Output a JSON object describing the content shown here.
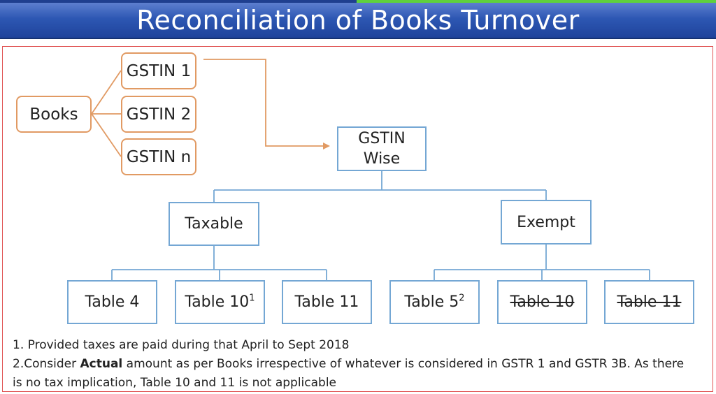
{
  "title": "Reconciliation of Books Turnover",
  "diagram": {
    "books": "Books",
    "gstins": [
      "GSTIN 1",
      "GSTIN 2",
      "GSTIN n"
    ],
    "gstin_wise": "GSTIN\nWise",
    "taxable": "Taxable",
    "exempt": "Exempt",
    "taxable_tables": {
      "table4": "Table 4",
      "table10_text": "Table 10",
      "table10_sup": "1",
      "table11": "Table 11"
    },
    "exempt_tables": {
      "table5_text": "Table 5",
      "table5_sup": "2",
      "table10": "Table 10",
      "table11": "Table 11"
    }
  },
  "footnotes": {
    "note1": "1. Provided taxes are paid during that April to Sept 2018",
    "note2_prefix": "2.Consider ",
    "note2_bold": "Actual",
    "note2_line1_rest": " amount as per Books irrespective of whatever is considered in GSTR 1 and GSTR 3B. As there",
    "note2_line2": "is no tax implication, Table 10 and 11 is not applicable"
  },
  "colors": {
    "title_bar": "#2d57b3",
    "orange_outline": "#e19a63",
    "blue_outline": "#74a7d4",
    "frame_border": "#e05353"
  }
}
